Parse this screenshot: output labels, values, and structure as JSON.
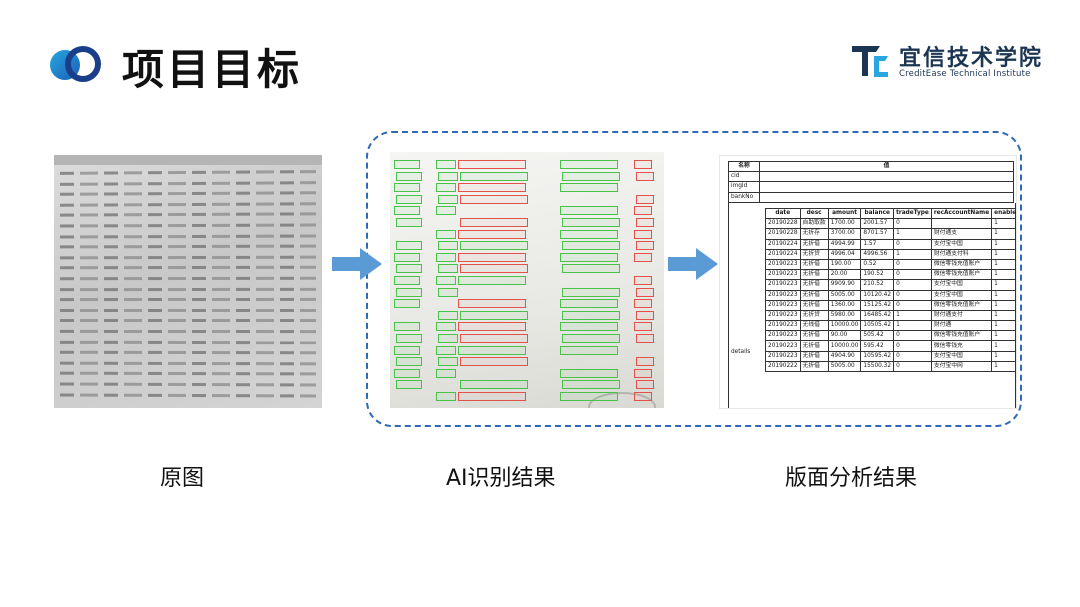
{
  "page": {
    "title": "项目目标"
  },
  "logo": {
    "name_cn": "宜信技术学院",
    "name_en": "CreditEase Technical Institute"
  },
  "captions": {
    "original": "原图",
    "ai_recognition": "AI识别结果",
    "layout_analysis": "版面分析结果"
  },
  "result_table": {
    "header": [
      "名称",
      "值"
    ],
    "meta_fields": [
      "cid",
      "imgId",
      "bankNo"
    ],
    "details_label": "details",
    "columns": [
      "date",
      "desc",
      "amount",
      "balance",
      "tradeType",
      "recAccountName",
      "enable"
    ],
    "rows": [
      [
        "20190228",
        "自助取款",
        "1700.00",
        "2001.57",
        "0",
        "",
        "1"
      ],
      [
        "20190228",
        "无折存",
        "3700.00",
        "8701.57",
        "1",
        "财付通支",
        "1"
      ],
      [
        "20190224",
        "无折借",
        "4994.99",
        "1.57",
        "0",
        "支付宝中国",
        "1"
      ],
      [
        "20190224",
        "无折贷",
        "4996.04",
        "4996.56",
        "1",
        "财付通支付科",
        "1"
      ],
      [
        "20190223",
        "无折借",
        "190.00",
        "0.52",
        "0",
        "微信零钱充值账户",
        "1"
      ],
      [
        "20190223",
        "无折借",
        "20.00",
        "190.52",
        "0",
        "微信零钱充值账户",
        "1"
      ],
      [
        "20190223",
        "无折借",
        "9909.90",
        "210.52",
        "0",
        "支付宝中国",
        "1"
      ],
      [
        "20190223",
        "无折借",
        "5005.00",
        "10120.42",
        "0",
        "支付宝中国",
        "1"
      ],
      [
        "20190223",
        "无折借",
        "1360.00",
        "15125.42",
        "0",
        "微信零钱充值账户",
        "1"
      ],
      [
        "20190223",
        "无折贷",
        "5980.00",
        "16485.42",
        "1",
        "财付通支付",
        "1"
      ],
      [
        "20190223",
        "无线借",
        "10000.00",
        "10505.42",
        "1",
        "财付通",
        "1"
      ],
      [
        "20190223",
        "无折借",
        "90.00",
        "505.42",
        "0",
        "微信零钱充值账户",
        "1"
      ],
      [
        "20190223",
        "无折借",
        "10000.00",
        "595.42",
        "0",
        "微信零钱充",
        "1"
      ],
      [
        "20190223",
        "无折借",
        "4904.90",
        "10595.42",
        "0",
        "支付宝中国",
        "1"
      ],
      [
        "20190222",
        "无折借",
        "5005.00",
        "15500.32",
        "0",
        "支付宝中网",
        "1"
      ]
    ]
  },
  "colors": {
    "accent_blue": "#2e6ab8",
    "arrow_blue": "#5b9bd5",
    "ocr_box_green": "#49c24a",
    "ocr_box_red": "#e0524a",
    "logo_blue": "#1b3553",
    "logo_cyan": "#27a6df"
  },
  "icons": [
    "title-bullet-icon",
    "creditease-logo-icon",
    "right-arrow-icon"
  ]
}
